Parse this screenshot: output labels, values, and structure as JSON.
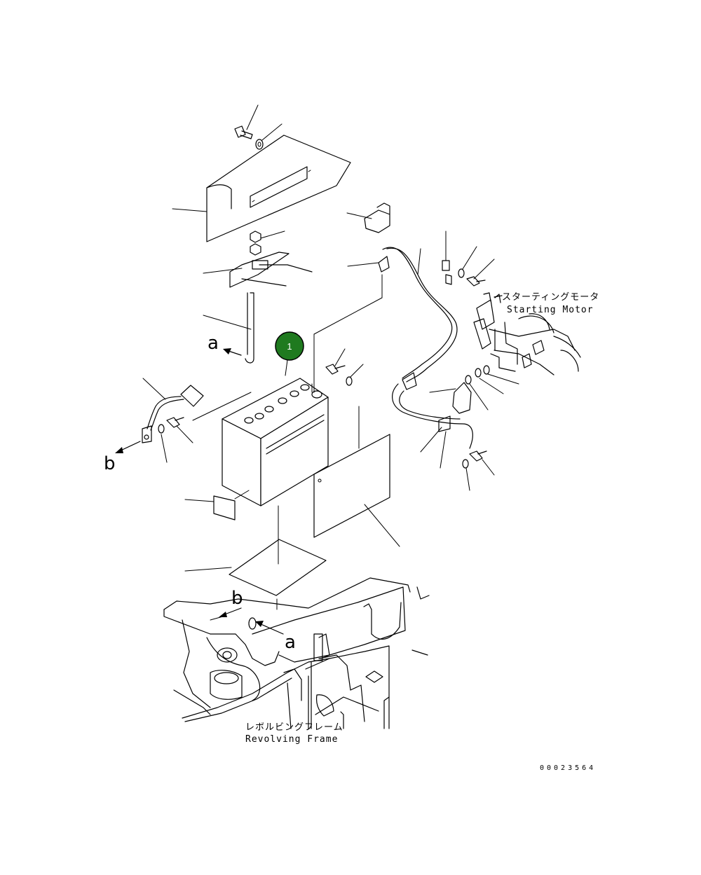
{
  "labels": {
    "starting_motor_jp": "スターティングモータ",
    "starting_motor_en": "Starting Motor",
    "revolving_frame_jp": "レボルビングフレーム",
    "revolving_frame_en": "Revolving Frame",
    "view_a_top": "a",
    "view_a_bottom": "a",
    "view_b_left": "b",
    "view_b_bottom": "b"
  },
  "callout": {
    "number": "1",
    "color": "#1f7a1f"
  },
  "drawing_id": "00023564"
}
